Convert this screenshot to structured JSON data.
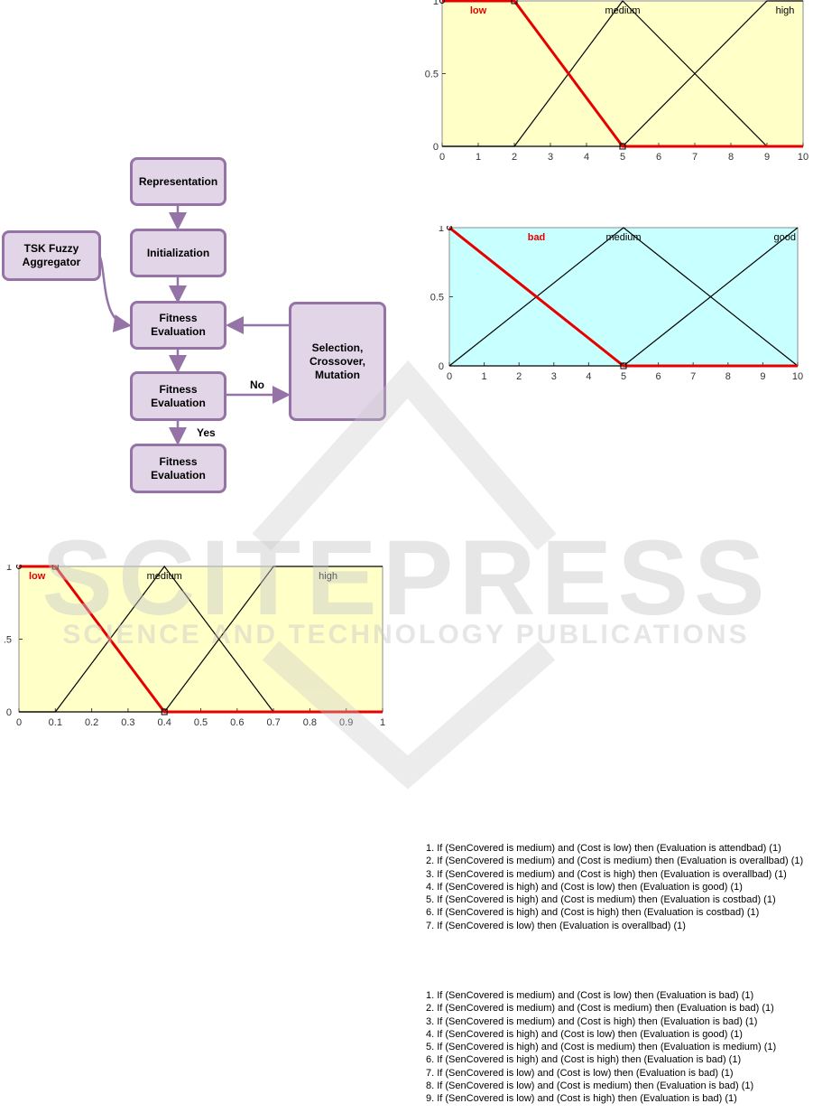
{
  "flowchart": {
    "nodes": {
      "representation": "Representation",
      "initialization": "Initialization",
      "tsk": "TSK Fuzzy\nAggregator",
      "fitness1": "Fitness\nEvaluation",
      "fitness2": "Fitness\nEvaluation",
      "fitness3": "Fitness\nEvaluation",
      "selection": "Selection,\nCrossover,\nMutation"
    },
    "labels": {
      "no": "No",
      "yes": "Yes"
    },
    "colors": {
      "fill": "#e1d5e7",
      "stroke": "#9673a6"
    }
  },
  "chart_data": [
    {
      "id": "cost",
      "type": "line",
      "background": "#ffffc8",
      "xlim": [
        0,
        10
      ],
      "ylim": [
        0,
        1
      ],
      "xticks": [
        "0",
        "1",
        "2",
        "3",
        "4",
        "5",
        "6",
        "7",
        "8",
        "9",
        "10"
      ],
      "yticks": [
        "0",
        "0.5",
        "1"
      ],
      "highlight": "low",
      "series": [
        {
          "name": "low",
          "x": [
            0,
            2,
            5,
            10
          ],
          "y": [
            1,
            1,
            0,
            0
          ]
        },
        {
          "name": "medium",
          "x": [
            0,
            2,
            5,
            9,
            10
          ],
          "y": [
            0,
            0,
            1,
            0,
            0
          ]
        },
        {
          "name": "high",
          "x": [
            0,
            5,
            9,
            10
          ],
          "y": [
            0,
            0,
            1,
            1
          ]
        }
      ]
    },
    {
      "id": "evaluation",
      "type": "line",
      "background": "#c8ffff",
      "xlim": [
        0,
        10
      ],
      "ylim": [
        0,
        1
      ],
      "xticks": [
        "0",
        "1",
        "2",
        "3",
        "4",
        "5",
        "6",
        "7",
        "8",
        "9",
        "10"
      ],
      "yticks": [
        "0",
        "0.5",
        "1"
      ],
      "highlight": "bad",
      "series": [
        {
          "name": "bad",
          "x": [
            0,
            5,
            10
          ],
          "y": [
            1,
            0,
            0
          ]
        },
        {
          "name": "medium",
          "x": [
            0,
            5,
            10
          ],
          "y": [
            0,
            1,
            0
          ]
        },
        {
          "name": "good",
          "x": [
            0,
            5,
            10
          ],
          "y": [
            0,
            0,
            1
          ]
        }
      ]
    },
    {
      "id": "sencovered",
      "type": "line",
      "background": "#ffffc8",
      "xlim": [
        0,
        1
      ],
      "ylim": [
        0,
        1
      ],
      "xticks": [
        "0",
        "0.1",
        "0.2",
        "0.3",
        "0.4",
        "0.5",
        "0.6",
        "0.7",
        "0.8",
        "0.9",
        "1"
      ],
      "yticks": [
        "0",
        ".5",
        "1"
      ],
      "highlight": "low",
      "series": [
        {
          "name": "low",
          "x": [
            0,
            0.1,
            0.4,
            1
          ],
          "y": [
            1,
            1,
            0,
            0
          ]
        },
        {
          "name": "medium",
          "x": [
            0,
            0.1,
            0.4,
            0.7,
            1
          ],
          "y": [
            0,
            0,
            1,
            0,
            0
          ]
        },
        {
          "name": "high",
          "x": [
            0,
            0.4,
            0.7,
            1
          ],
          "y": [
            0,
            0,
            1,
            1
          ]
        }
      ]
    }
  ],
  "rules_a": [
    "1. If (SenCovered is medium) and (Cost is low) then (Evaluation is attendbad) (1)",
    "2. If (SenCovered is medium) and (Cost is medium) then (Evaluation is overallbad) (1)",
    "3. If (SenCovered is medium) and (Cost is high) then (Evaluation is overallbad) (1)",
    "4. If (SenCovered is high) and (Cost is low) then (Evaluation is good) (1)",
    "5. If (SenCovered is high) and (Cost is medium) then (Evaluation is costbad) (1)",
    "6. If (SenCovered is high) and (Cost is high) then (Evaluation is costbad) (1)",
    "7. If (SenCovered is low) then (Evaluation is overallbad) (1)"
  ],
  "rules_b": [
    "1. If (SenCovered is medium) and (Cost is low) then (Evaluation is bad) (1)",
    "2. If (SenCovered is medium) and (Cost is medium) then (Evaluation is bad) (1)",
    "3. If (SenCovered is medium) and (Cost is high) then (Evaluation is bad) (1)",
    "4. If (SenCovered is high) and (Cost is low) then (Evaluation is good) (1)",
    "5. If (SenCovered is high) and (Cost is medium) then (Evaluation is medium) (1)",
    "6. If (SenCovered is high) and (Cost is high) then (Evaluation is bad) (1)",
    "7. If (SenCovered is low) and (Cost is low) then (Evaluation is bad) (1)",
    "8. If (SenCovered is low) and (Cost is medium) then (Evaluation is bad) (1)",
    "9. If (SenCovered is low) and (Cost is high) then (Evaluation is bad) (1)"
  ],
  "watermark": {
    "title": "SCITEPRESS",
    "subtitle": "SCIENCE AND TECHNOLOGY PUBLICATIONS",
    "color": "#c8c8c8"
  }
}
